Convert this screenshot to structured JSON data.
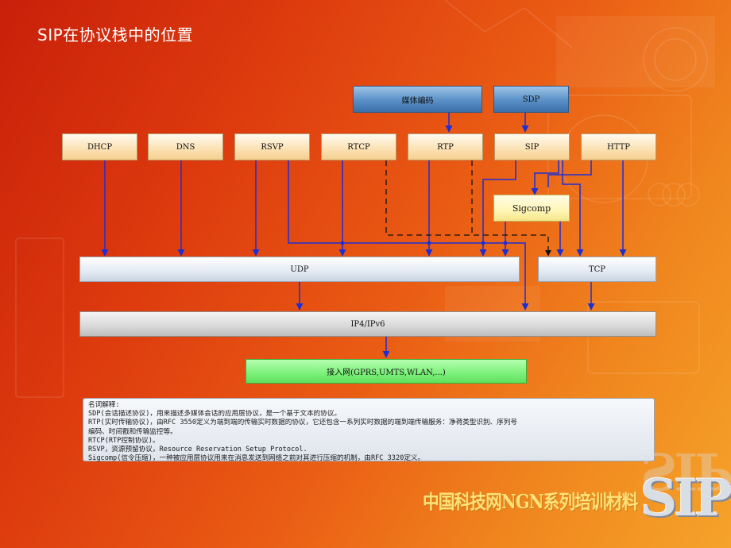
{
  "slide": {
    "title": "SIP在协议栈中的位置",
    "footer": "中国科技网NGN系列培训材料",
    "logo": "SIP"
  },
  "diagram": {
    "top": {
      "media": "媒体编码",
      "sdp": "SDP"
    },
    "protocols": [
      "DHCP",
      "DNS",
      "RSVP",
      "RTCP",
      "RTP",
      "SIP",
      "HTTP"
    ],
    "sigcomp": "Sigcomp",
    "udp": "UDP",
    "tcp": "TCP",
    "ip": "IP4/IPv6",
    "access": "接入网(GPRS,UMTS,WLAN,...)"
  },
  "notes": {
    "lines": [
      "名词解释:",
      "SDP(会话描述协议)，用来描述多媒体会话的应用层协议，是一个基于文本的协议。",
      "RTP(实时传输协议)，由RFC 3550定义为端到端的传输实时数据的协议，它还包含一系列实时数据的端到端传输服务：净荷类型识别、序列号",
      "编码、时间戳和传输监控等。",
      "RTCP(RTP控制协议)。",
      "RSVP，资源预留协议，Resource Reservation Setup Protocol.",
      "Sigcomp(信令压缩)，一种被应用层协议用来在消息发送到网络之前对其进行压缩的机制，由RFC 3320定义。"
    ]
  },
  "colors": {
    "arrow": "#1b2fd6",
    "background_start": "#c8200a",
    "background_end": "#f5a32a"
  }
}
